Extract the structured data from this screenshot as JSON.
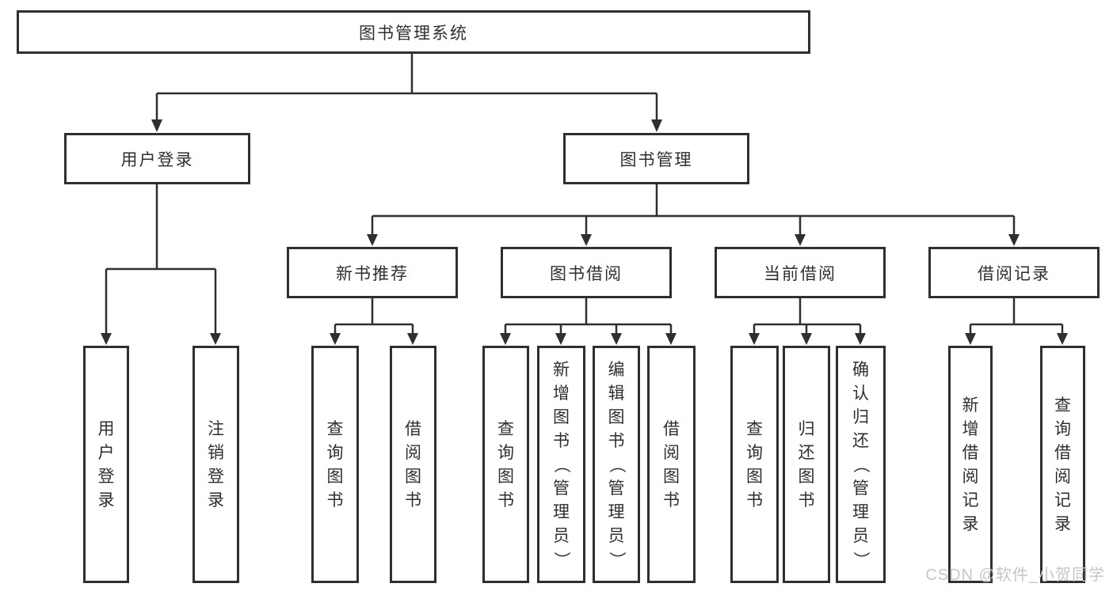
{
  "diagram": {
    "tree": {
      "label": "图书管理系统",
      "children": [
        {
          "label": "用户登录",
          "children": [
            {
              "label": "用户登录"
            },
            {
              "label": "注销登录"
            }
          ]
        },
        {
          "label": "图书管理",
          "children": [
            {
              "label": "新书推荐",
              "children": [
                {
                  "label": "查询图书"
                },
                {
                  "label": "借阅图书"
                }
              ]
            },
            {
              "label": "图书借阅",
              "children": [
                {
                  "label": "查询图书"
                },
                {
                  "label": "新增图书（管理员）"
                },
                {
                  "label": "编辑图书（管理员）"
                },
                {
                  "label": "借阅图书"
                }
              ]
            },
            {
              "label": "当前借阅",
              "children": [
                {
                  "label": "查询图书"
                },
                {
                  "label": "归还图书"
                },
                {
                  "label": "确认归还（管理员）"
                }
              ]
            },
            {
              "label": "借阅记录",
              "children": [
                {
                  "label": "新增借阅记录"
                },
                {
                  "label": "查询借阅记录"
                }
              ]
            }
          ]
        }
      ]
    }
  },
  "watermark": {
    "text": "CSDN @软件_小贺同学"
  },
  "colors": {
    "line": "#2f2f2f",
    "box_border": "#2f2f2f",
    "text": "#2f2f2f",
    "background": "#ffffff",
    "watermark": "#c6c6c6"
  }
}
